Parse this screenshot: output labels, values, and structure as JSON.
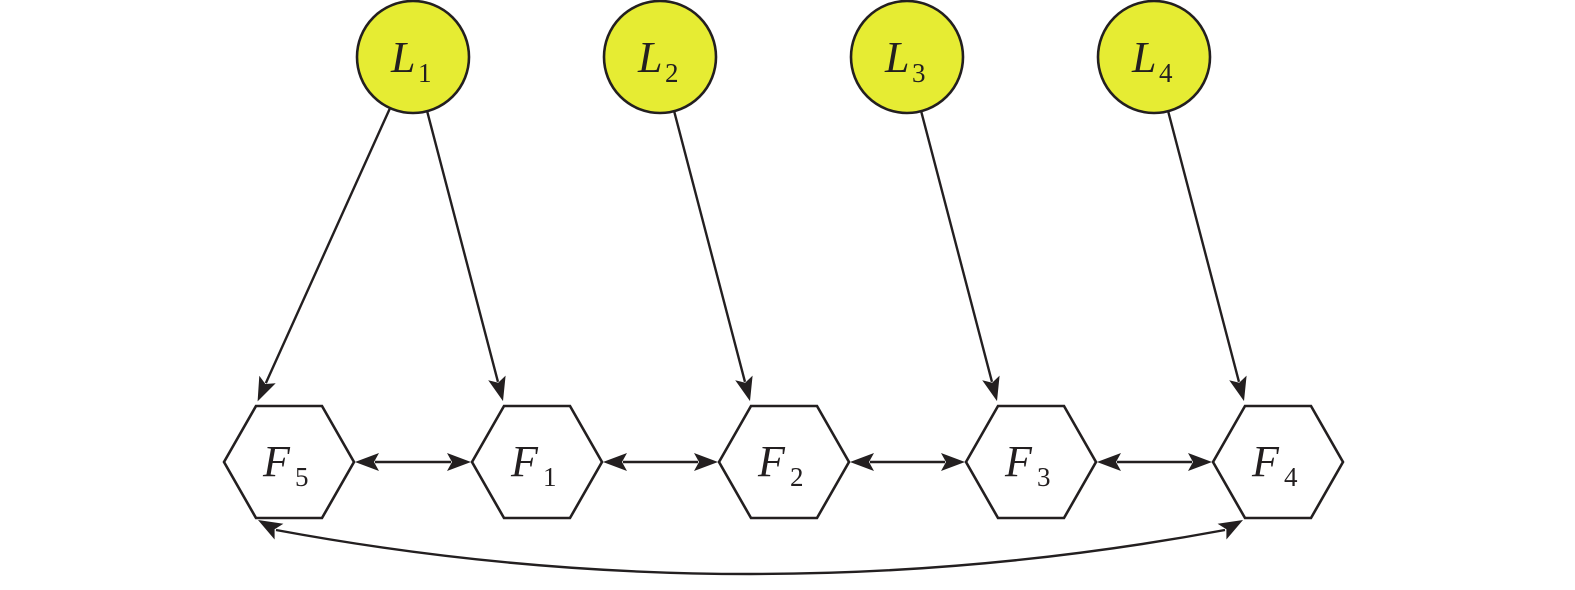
{
  "leaders": [
    {
      "id": "L1",
      "letter": "L",
      "subscript": "1"
    },
    {
      "id": "L2",
      "letter": "L",
      "subscript": "2"
    },
    {
      "id": "L3",
      "letter": "L",
      "subscript": "3"
    },
    {
      "id": "L4",
      "letter": "L",
      "subscript": "4"
    }
  ],
  "followers": [
    {
      "id": "F5",
      "letter": "F",
      "subscript": "5"
    },
    {
      "id": "F1",
      "letter": "F",
      "subscript": "1"
    },
    {
      "id": "F2",
      "letter": "F",
      "subscript": "2"
    },
    {
      "id": "F3",
      "letter": "F",
      "subscript": "3"
    },
    {
      "id": "F4",
      "letter": "F",
      "subscript": "4"
    }
  ],
  "leader_edges": [
    {
      "from": "L1",
      "to": "F5"
    },
    {
      "from": "L1",
      "to": "F1"
    },
    {
      "from": "L2",
      "to": "F2"
    },
    {
      "from": "L3",
      "to": "F3"
    },
    {
      "from": "L4",
      "to": "F4"
    }
  ],
  "follower_edges": [
    {
      "from": "F5",
      "to": "F1",
      "bidirectional": true
    },
    {
      "from": "F1",
      "to": "F2",
      "bidirectional": true
    },
    {
      "from": "F2",
      "to": "F3",
      "bidirectional": true
    },
    {
      "from": "F3",
      "to": "F4",
      "bidirectional": true
    },
    {
      "from": "F5",
      "to": "F4",
      "bidirectional": true,
      "curved": true
    }
  ],
  "colors": {
    "leader_fill": "#e6ec33",
    "stroke": "#231f20",
    "follower_fill": "#ffffff",
    "background": "#ffffff"
  }
}
